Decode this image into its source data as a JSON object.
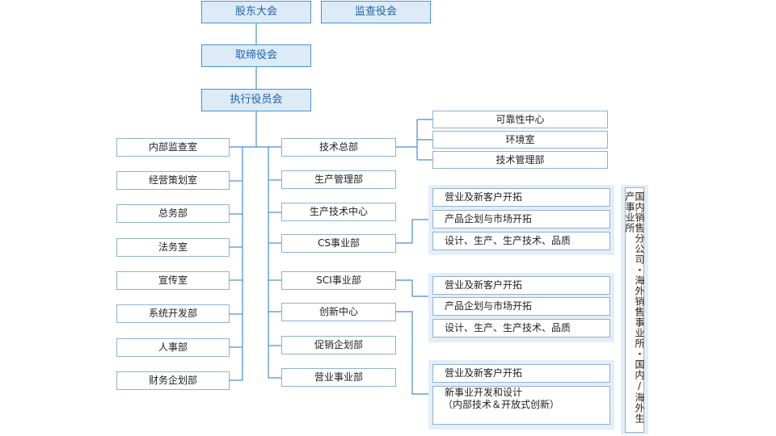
{
  "top": {
    "shareholders": "股东大会",
    "auditors": "监查役会",
    "board": "取缔役会",
    "executive": "执行役员会"
  },
  "left_departments": [
    "内部监查室",
    "经营策划室",
    "总务部",
    "法务室",
    "宣传室",
    "系统开发部",
    "人事部",
    "财务企划部"
  ],
  "center_departments": [
    "技术总部",
    "生产管理部",
    "生产技术中心",
    "CS事业部",
    "SCI事业部",
    "创新中心",
    "促销企划部",
    "营业事业部"
  ],
  "tech_sub": [
    "可靠性中心",
    "环境室",
    "技术管理部"
  ],
  "cs_sub": [
    "营业及新客户开拓",
    "产品企划与市场开拓",
    "设计、生产、生产技术、品质"
  ],
  "sci_sub": [
    "营业及新客户开拓",
    "产品企划与市场开拓",
    "设计、生产、生产技术、品质"
  ],
  "innovation_sub": {
    "item1": "营业及新客户开拓",
    "item2_line1": "新事业开发和设计",
    "item2_line2": "（内部技术＆开放式创新）"
  },
  "side_label": "国内销售分公司・海外销售事业所・国内/海外生产事业所",
  "colors": {
    "line": "#4a8ccf",
    "top_fill": "#dcebf7",
    "panel": "#e4eef8",
    "box_border": "#8fb2d2"
  }
}
